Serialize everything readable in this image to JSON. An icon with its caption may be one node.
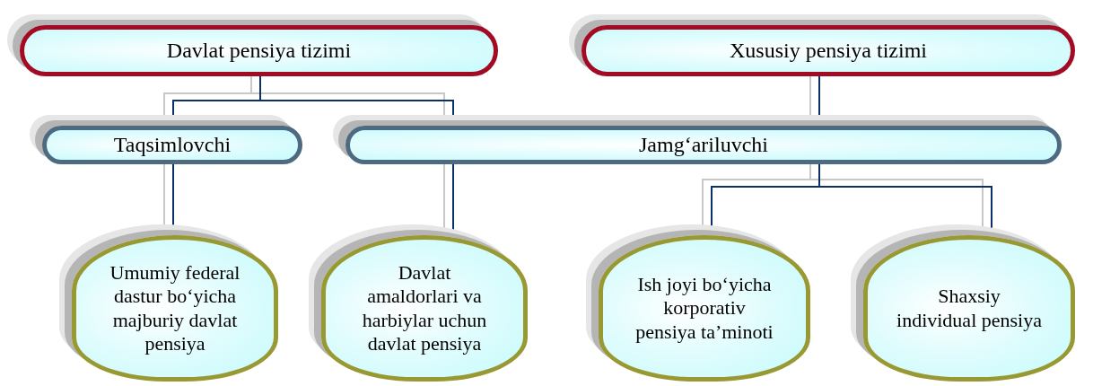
{
  "diagram": {
    "nodes": [
      {
        "text": [
          "Davlat pensiya tizimi"
        ]
      },
      {
        "text": [
          "Xususiy pensiya tizimi"
        ]
      },
      {
        "text": [
          "Taqsimlovchi"
        ]
      },
      {
        "text": [
          "Jamg‘ariluvchi"
        ]
      },
      {
        "text": [
          "Umumiy federal dastur bo‘yicha majburiy davlat pensiya"
        ]
      },
      {
        "text": [
          "Davlat amaldorlari va harbiylar uchun davlat pensiya"
        ]
      },
      {
        "text": [
          "Ish joyi bo‘yicha korporativ pensiya ta’minoti"
        ]
      },
      {
        "text": [
          "Shaxsiy individual pensiya"
        ]
      }
    ],
    "edges": [
      {
        "from": 0,
        "to": 2,
        "arrow": "none"
      },
      {
        "from": 0,
        "to": 3,
        "arrow": "none"
      },
      {
        "from": 1,
        "to": 3,
        "arrow": "none"
      },
      {
        "from": 2,
        "to": 4,
        "arrow": "none"
      },
      {
        "from": 3,
        "to": 5,
        "arrow": "none"
      },
      {
        "from": 3,
        "to": 6,
        "arrow": "none"
      },
      {
        "from": 3,
        "to": 7,
        "arrow": "none"
      }
    ]
  }
}
